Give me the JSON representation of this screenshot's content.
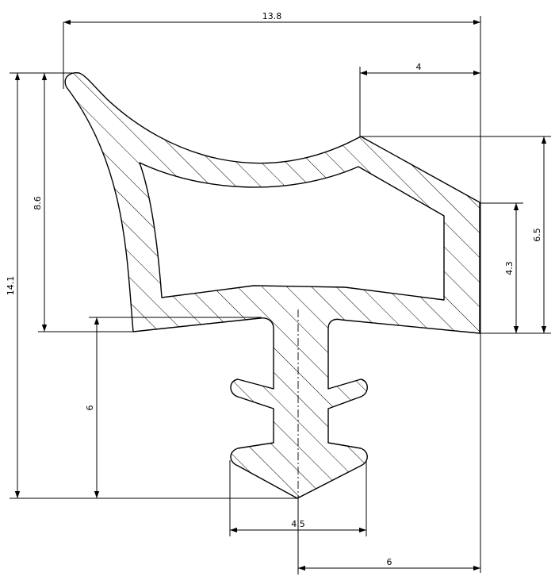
{
  "dimensions": {
    "overall_width": "13.8",
    "top_right_width": "4",
    "overall_height": "14.1",
    "upper_height": "8.6",
    "stem_height": "6",
    "right_outer_height": "6.5",
    "right_inner_height": "4.3",
    "foot_width": "4.5",
    "half_width": "6"
  },
  "colors": {
    "line": "#000000",
    "background": "#ffffff"
  }
}
